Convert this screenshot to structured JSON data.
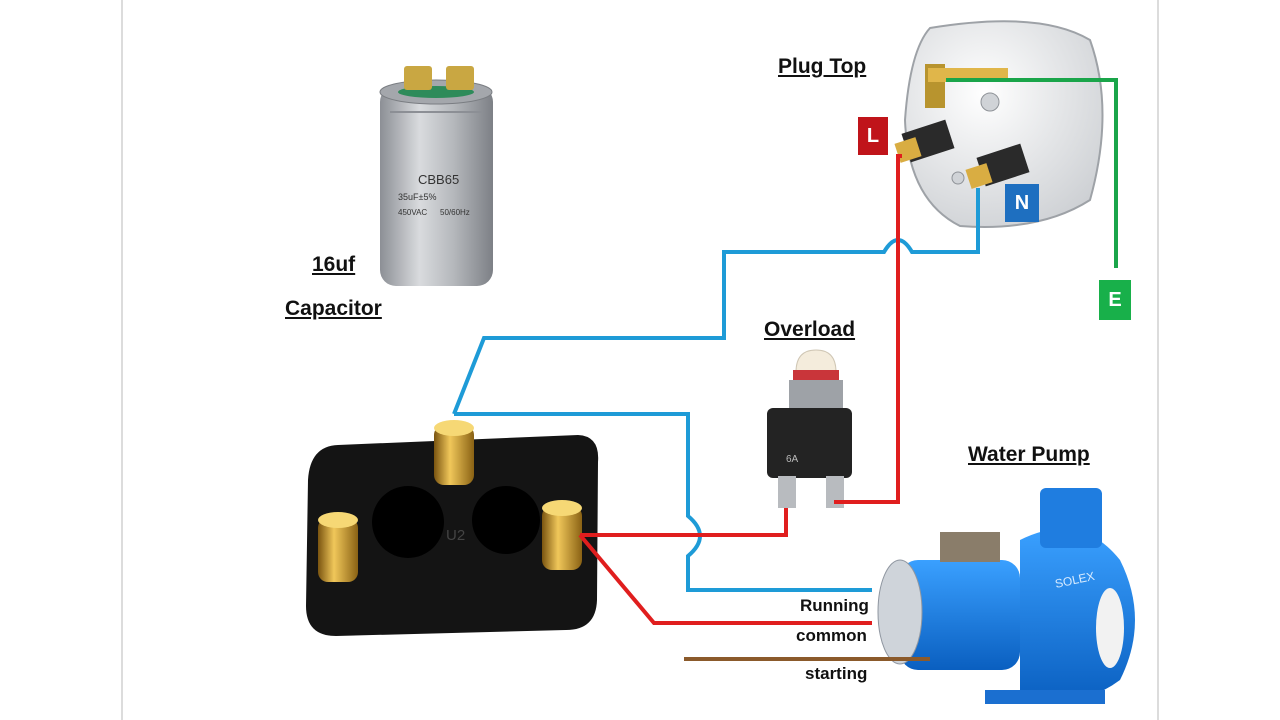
{
  "labels": {
    "plug_top": "Plug Top",
    "capacitor_value": "16uf",
    "capacitor": "Capacitor",
    "overload": "Overload",
    "water_pump": "Water Pump",
    "running": "Running",
    "common": "common",
    "starting": "starting"
  },
  "tags": {
    "live": "L",
    "neutral": "N",
    "earth": "E"
  },
  "capacitor_body": {
    "model": "CBB65",
    "rating": "35uF±5%",
    "voltage": "450VAC",
    "freq": "50/60Hz"
  },
  "overload_body": {
    "rating": "6A"
  },
  "terminal_block": {
    "marking": "U2"
  },
  "pump_body": {
    "brand": "SOLEX"
  },
  "colors": {
    "live": "#e01e1e",
    "neutral": "#1e9bd7",
    "earth": "#1aa54a",
    "starting": "#8b5a2b",
    "tag_live": "#c0141a",
    "tag_neutral": "#1e6fc0",
    "tag_earth": "#18b04a"
  }
}
